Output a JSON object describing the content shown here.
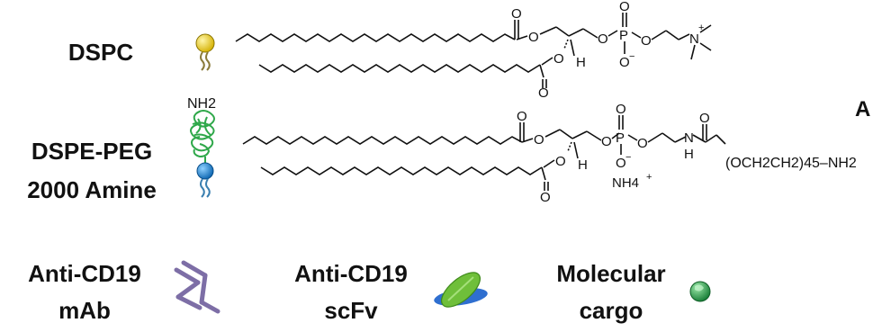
{
  "labels": {
    "dspc": "DSPC",
    "dspe_line1": "DSPE-PEG",
    "dspe_line2": "2000 Amine",
    "mab_line1": "Anti-CD19",
    "mab_line2": "mAb",
    "scfv_line1": "Anti-CD19",
    "scfv_line2": "scFv",
    "cargo_line1": "Molecular",
    "cargo_line2": "cargo",
    "panel_letter": "A"
  },
  "dspc_structure": {
    "carbonyl_o": "O",
    "ester_o1": "O",
    "ester_o2": "O",
    "h": "H",
    "phosphate_o1": "O",
    "phosphate_p": "P",
    "phosphate_top_o": "O",
    "phosphate_minus_o": "O",
    "minus": "−",
    "phosphate_o2": "O",
    "ammonium_n": "N",
    "plus": "+",
    "lower_carbonyl_o": "O"
  },
  "dspe_structure": {
    "nh2": "NH2",
    "carbonyl_o": "O",
    "ester_o1": "O",
    "ester_o2": "O",
    "h": "H",
    "phosphate_o1": "O",
    "phosphate_p": "P",
    "phosphate_top_o": "O",
    "phosphate_minus_o": "O",
    "minus": "−",
    "phosphate_o2": "O",
    "nh4": "NH4",
    "nh4_plus": "+",
    "amide_n": "N",
    "amide_h": "H",
    "amide_o": "O",
    "peg_chain": "(OCH2CH2)45–NH2",
    "lower_carbonyl_o": "O"
  },
  "colors": {
    "headgroup_yellow": "#f2d21b",
    "headgroup_blue": "#1e90d8",
    "peg_green": "#2fa84a",
    "antibody_purple": "#7d6ea6",
    "scfv_green": "#6fbf3a",
    "scfv_blue": "#2f6fd0",
    "cargo_green": "#27a348"
  }
}
